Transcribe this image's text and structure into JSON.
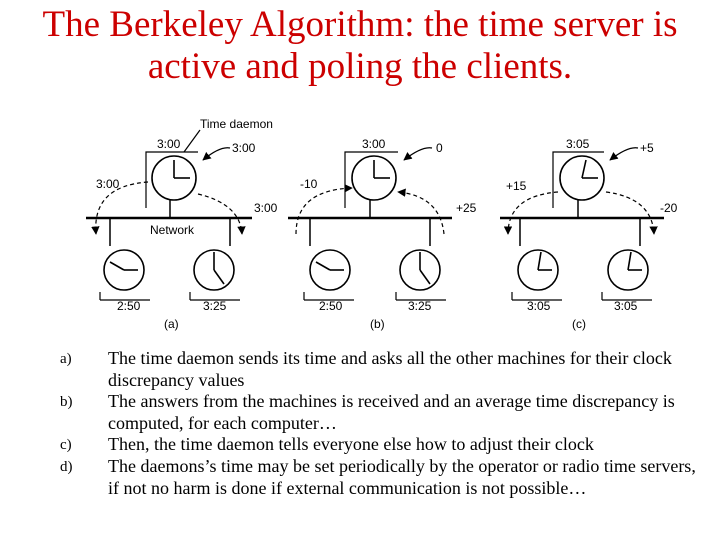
{
  "title": {
    "line1": "The Berkeley Algorithm: the time server is",
    "line2": "active and poling the clients."
  },
  "diagram": {
    "daemon_label": "Time daemon",
    "network_label": "Network",
    "panels": [
      {
        "caption": "(a)",
        "server_time": "3:00",
        "bubble": "3:00",
        "left_msg": "3:00",
        "right_msg": "3:00",
        "client_left_time": "2:50",
        "client_right_time": "3:25"
      },
      {
        "caption": "(b)",
        "server_time": "3:00",
        "bubble": "0",
        "left_msg": "-10",
        "right_msg": "+25",
        "client_left_time": "2:50",
        "client_right_time": "3:25"
      },
      {
        "caption": "(c)",
        "server_time": "3:05",
        "bubble": "+5",
        "left_msg": "+15",
        "right_msg": "-20",
        "client_left_time": "3:05",
        "client_right_time": "3:05"
      }
    ]
  },
  "steps": [
    {
      "marker": "a)",
      "text": "The time daemon sends its time and  asks all the other machines for their clock discrepancy values"
    },
    {
      "marker": "b)",
      "text": "The answers from the machines is received and an average time discrepancy  is computed, for each computer…"
    },
    {
      "marker": "c)",
      "text": "Then, the time daemon tells everyone else how to adjust their clock"
    },
    {
      "marker": "d)",
      "text": "The daemons’s time may be set periodically by the operator or radio time servers, if not no harm is done if external communication is not possible…"
    }
  ]
}
